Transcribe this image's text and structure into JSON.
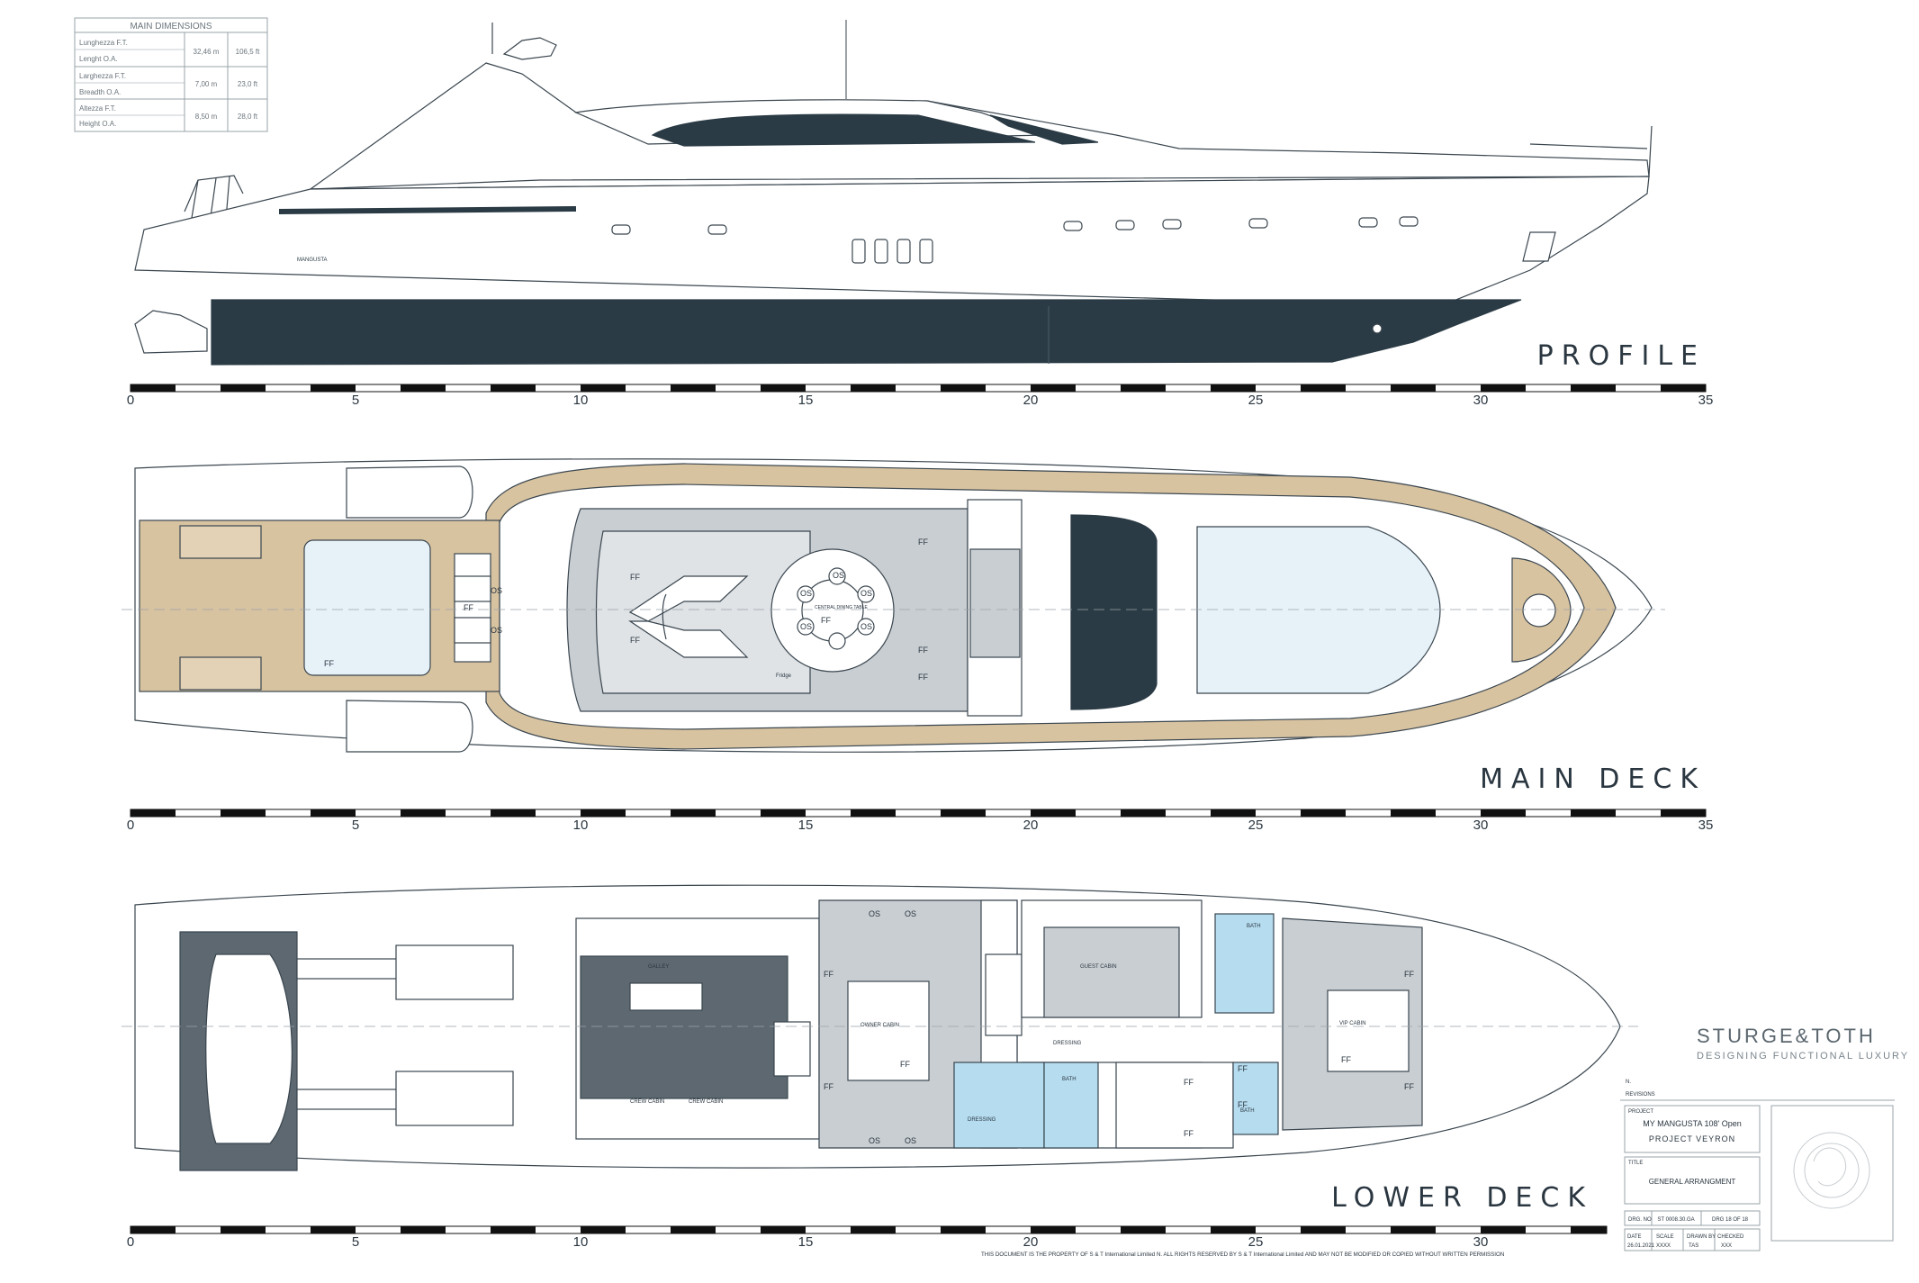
{
  "dimensions_table": {
    "title": "MAIN DIMENSIONS",
    "rows": [
      {
        "label_it": "Lunghezza F.T.",
        "label_en": "Lenght O.A.",
        "metric": "32,46 m",
        "imperial": "106,5 ft"
      },
      {
        "label_it": "Larghezza F.T.",
        "label_en": "Breadth O.A.",
        "metric": "7,00 m",
        "imperial": "23,0 ft"
      },
      {
        "label_it": "Altezza F.T.",
        "label_en": "Height O.A.",
        "metric": "8,50 m",
        "imperial": "28,0 ft"
      }
    ]
  },
  "views": {
    "profile": {
      "title": "PROFILE",
      "brand_mark": "MANGUSTA"
    },
    "main_deck": {
      "title": "MAIN DECK",
      "room_labels": [
        "FF",
        "OS",
        "OS",
        "FF",
        "FF",
        "FF",
        "OS",
        "OS",
        "OS",
        "OS",
        "OS",
        "FF",
        "FF",
        "FF",
        "FF",
        "CENTRAL DINING TABLE",
        "Fridge"
      ]
    },
    "lower_deck": {
      "title": "LOWER DECK",
      "room_labels": [
        "OWNER CABIN",
        "VIP CABIN",
        "GUEST CABIN",
        "CREW CABIN",
        "CREW CABIN",
        "OS",
        "OS",
        "OS",
        "OS",
        "FF",
        "FF",
        "FF",
        "FF",
        "FF",
        "FF",
        "FF",
        "FF",
        "FF",
        "FF",
        "BATH",
        "BATH",
        "BATH",
        "DRESSING",
        "DRESSING",
        "GALLEY"
      ]
    }
  },
  "scale": {
    "ticks": [
      "0",
      "5",
      "10",
      "15",
      "20",
      "25",
      "30",
      "35"
    ],
    "lower_ticks": [
      "0",
      "5",
      "10",
      "15",
      "20",
      "25",
      "30"
    ]
  },
  "brand": {
    "name": "STURGE&TOTH",
    "tagline": "DESIGNING FUNCTIONAL LUXURY"
  },
  "title_block": {
    "note_label": "N.",
    "note_value": "REVISIONS",
    "project_label": "PROJECT",
    "project_line1": "MY MANGUSTA 108' Open",
    "project_line2": "PROJECT VEYRON",
    "title_label": "TITLE",
    "title_value": "GENERAL ARRANGMENT",
    "dwg_no_label": "DRG. NO",
    "dwg_no_value": "ST 0008.30.GA",
    "dwg_sheet": "DRG 18 OF 18",
    "date_label": "DATE",
    "date_value": "26.01.2021",
    "scale_label": "SCALE",
    "scale_value": "XXXX",
    "drawn_label": "DRAWN BY",
    "drawn_value": "TAS",
    "checked_label": "CHECKED",
    "checked_value": "XXX"
  },
  "disclaimer": "THIS DOCUMENT IS THE PROPERTY OF S & T International Limited N. ALL RIGHTS RESERVED BY S & T International Limited AND MAY NOT BE MODIFIED OR COPIED WITHOUT WRITTEN PERMISSION",
  "colors": {
    "hull_dark": "#2b3b45",
    "teak": "#d8c3a1",
    "interior_grey": "#c9ced2",
    "bath_blue": "#b6dcef",
    "glass_blue": "#e6f1f8",
    "crew_dark": "#5d6870"
  }
}
